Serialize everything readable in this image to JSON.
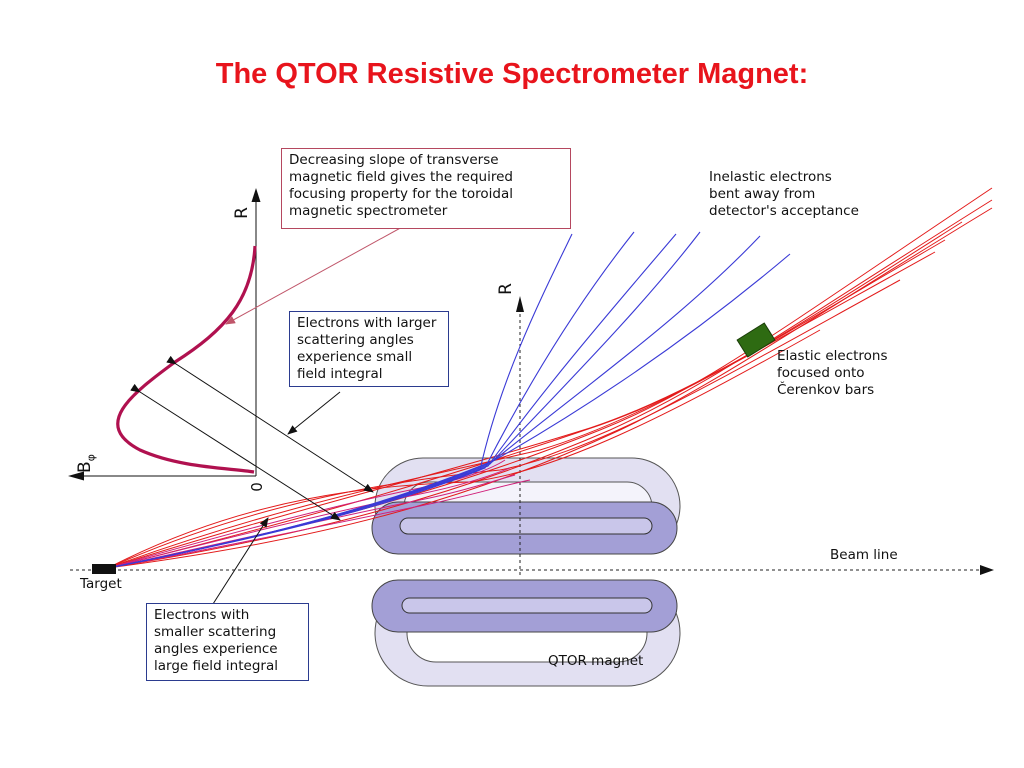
{
  "slide": {
    "title": "The QTOR Resistive Spectrometer Magnet:"
  },
  "annotations": {
    "focusing_box": "Decreasing slope of transverse magnetic field gives the required focusing property for the toroidal magnetic spectrometer",
    "larger_angles_box": "Electrons with larger scattering angles experience small field integral",
    "smaller_angles_box": "Electrons with smaller scattering angles experience large field integral",
    "inelastic_label": "Inelastic electrons bent away from detector's acceptance",
    "elastic_label": "Elastic electrons focused onto Čerenkov bars"
  },
  "labels": {
    "target": "Target",
    "beam_line": "Beam line",
    "magnet": "QTOR magnet",
    "field_axis_r": "R",
    "field_axis_b": "B",
    "field_axis_b_sub": "φ",
    "field_origin": "0",
    "magnet_axis_r": "R"
  },
  "colors": {
    "title": "#e8141c",
    "field_curve": "#b0114f",
    "elastic_tracks": "#e31b1b",
    "inelastic_tracks": "#3a3ad6",
    "magnet_outer": "#e2e0f2",
    "magnet_inner": "#a39fd6",
    "detector": "#2e6b12"
  },
  "icons": {
    "target_marker": "target-block-icon",
    "detector_marker": "cerenkov-bar-icon"
  }
}
